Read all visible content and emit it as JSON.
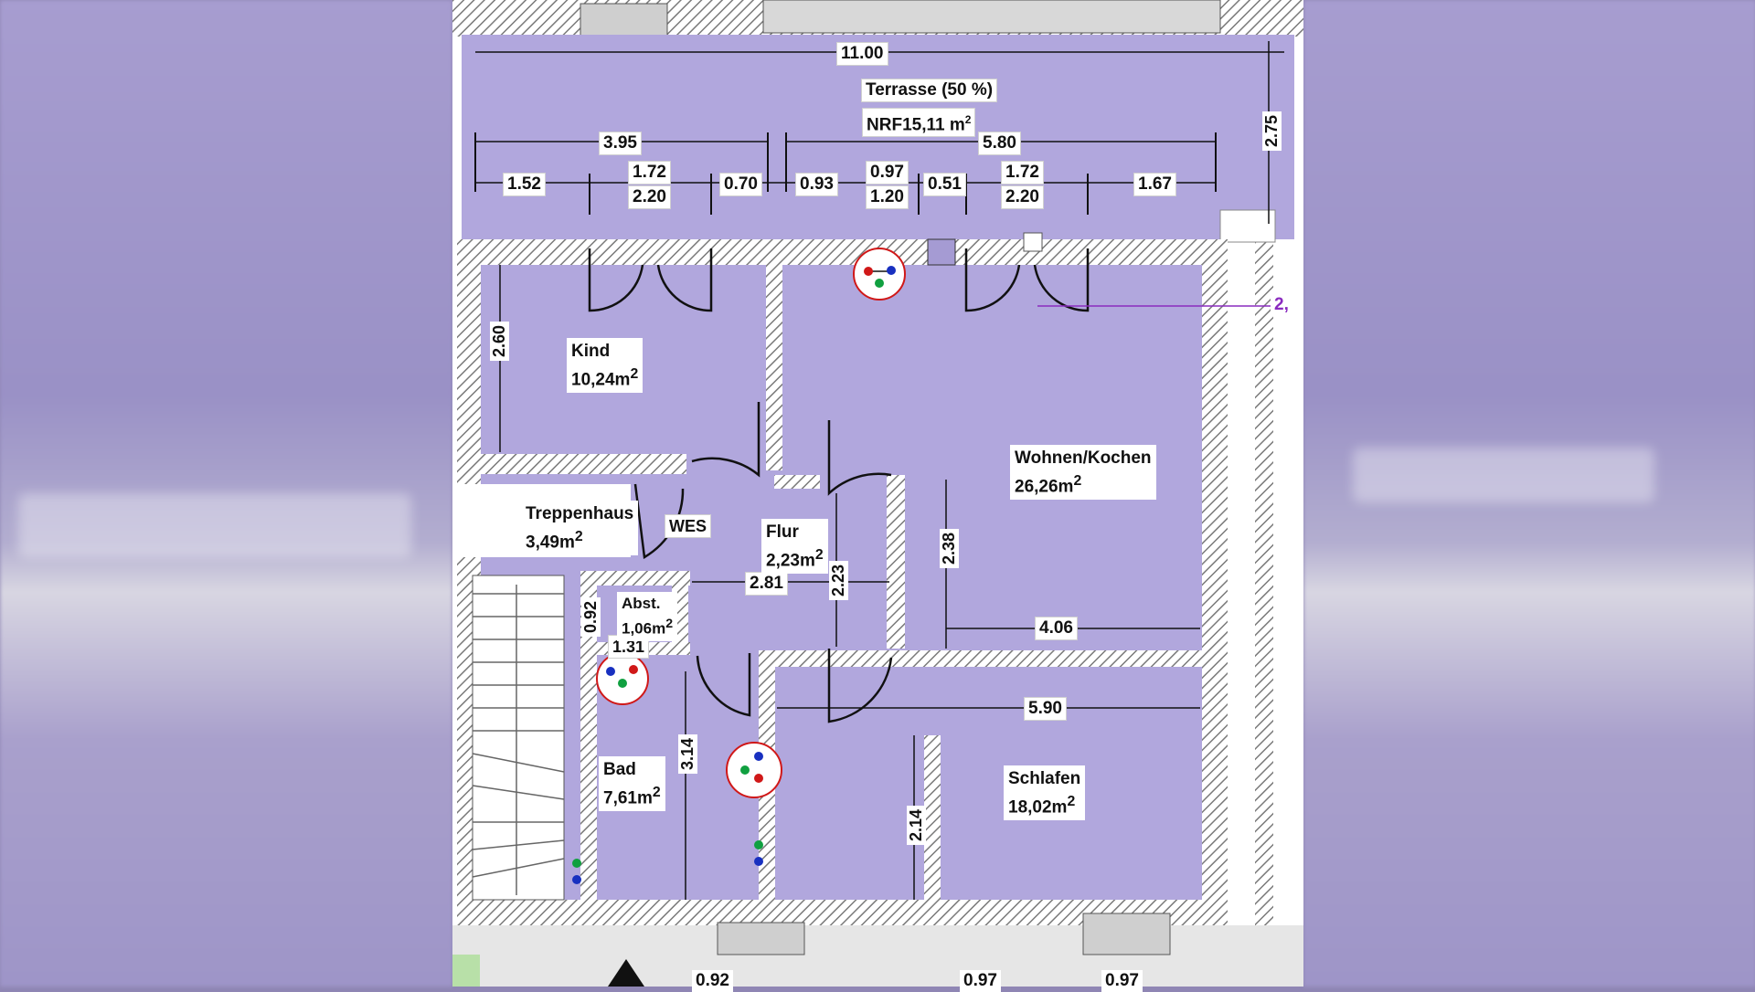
{
  "colors": {
    "room_fill": "#b1a7dd",
    "wall_hatch": "#7a7a7a",
    "dim_line": "#111111",
    "valve_red": "#d01818",
    "valve_blue": "#1830c0",
    "valve_green": "#10a040"
  },
  "terrace": {
    "title": "Terrasse (50 %)",
    "nrf_prefix": "NRF",
    "nrf_value": "15,11",
    "nrf_unit": "m"
  },
  "dimensions": {
    "total_width": "11.00",
    "d_395": "3.95",
    "d_580": "5.80",
    "d_275": "2.75",
    "d_152": "1.52",
    "d_172a_top": "1.72",
    "d_220a": "2.20",
    "d_070": "0.70",
    "d_093": "0.93",
    "d_097_top": "0.97",
    "d_120": "1.20",
    "d_051": "0.51",
    "d_172b_top": "1.72",
    "d_220b": "2.20",
    "d_167": "1.67",
    "d_260": "2.60",
    "d_238": "2.38",
    "d_406": "4.06",
    "d_281": "2.81",
    "d_223": "2.23",
    "d_092": "0.92",
    "d_131": "1.31",
    "d_590": "5.90",
    "d_314": "3.14",
    "d_214": "2.14",
    "d_2_right": "2,",
    "d_bottom_1": "0.92",
    "d_bottom_2": "0.97",
    "d_bottom_3": "0.97"
  },
  "rooms": {
    "kind": {
      "name": "Kind",
      "area": "10,24m"
    },
    "treppenhaus": {
      "name": "Treppenhaus",
      "area": "3,49m"
    },
    "flur": {
      "name": "Flur",
      "area": "2,23m"
    },
    "abst": {
      "name": "Abst.",
      "area": "1,06m"
    },
    "wohnen": {
      "name": "Wohnen/Kochen",
      "area": "26,26m"
    },
    "bad": {
      "name": "Bad",
      "area": "7,61m"
    },
    "schlafen": {
      "name": "Schlafen",
      "area": "18,02m"
    }
  },
  "tags": {
    "wes": "WES",
    "sq": "2"
  }
}
